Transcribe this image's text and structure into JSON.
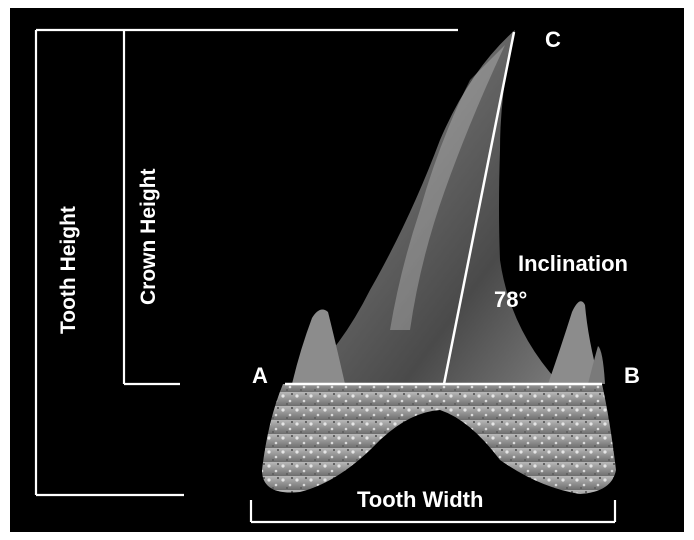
{
  "labels": {
    "point_a": "A",
    "point_b": "B",
    "point_c": "C",
    "tooth_height": "Tooth Height",
    "crown_height": "Crown Height",
    "inclination": "Inclination",
    "angle": "78°",
    "tooth_width": "Tooth Width"
  },
  "colors": {
    "background": "#000000",
    "frame": "#ffffff",
    "measure_lines": "#ffffff",
    "enamel_dark": "#3a3a3a",
    "enamel_light": "#8a8a8a",
    "root": "#9a9a9a"
  }
}
